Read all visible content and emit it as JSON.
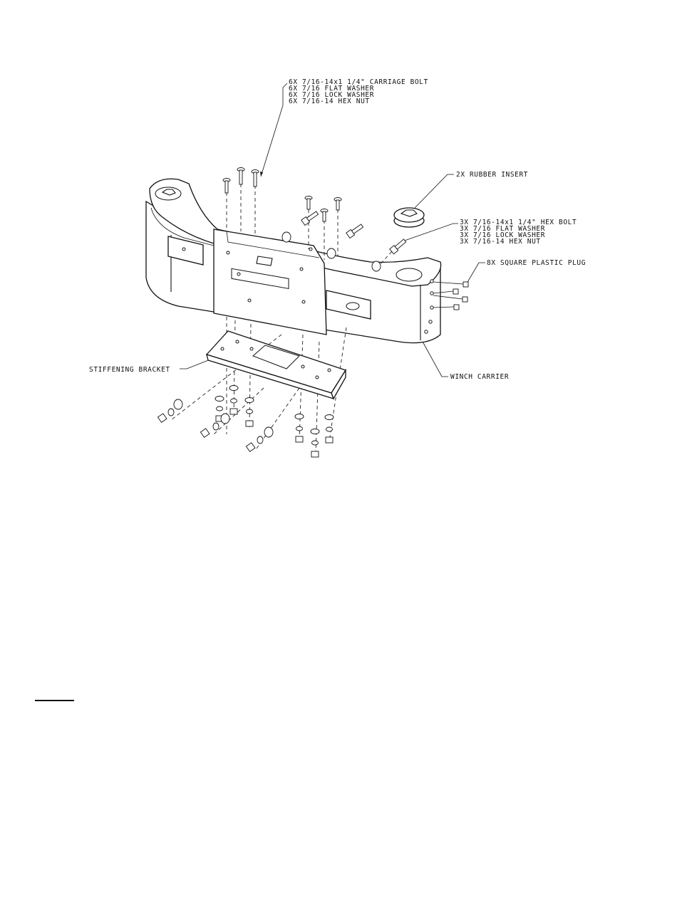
{
  "diagram": {
    "callouts": {
      "carriage_bolt_kit": [
        "6X 7/16-14x1 1/4\" CARRIAGE BOLT",
        "6X 7/16 FLAT WASHER",
        "6X 7/16 LOCK WASHER",
        "6X 7/16-14 HEX NUT"
      ],
      "rubber_insert": "2X RUBBER INSERT",
      "hex_bolt_kit": [
        "3X 7/16-14x1 1/4\" HEX BOLT",
        "3X 7/16 FLAT WASHER",
        "3X 7/16 LOCK WASHER",
        "3X 7/16-14 HEX NUT"
      ],
      "square_plug": "8X SQUARE PLASTIC PLUG",
      "stiffening_bracket": "STIFFENING BRACKET",
      "winch_carrier": "WINCH CARRIER"
    }
  }
}
